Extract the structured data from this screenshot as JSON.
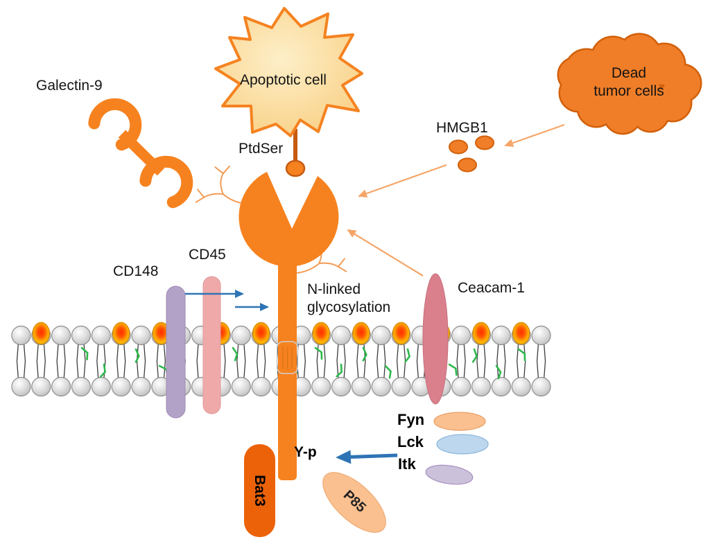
{
  "diagram": {
    "galectin9_label": "Galectin-9",
    "apoptotic_cell_label": "Apoptotic cell",
    "ptdser_label": "PtdSer",
    "hmgb1_label": "HMGB1",
    "dead_tumor_line1": "Dead",
    "dead_tumor_line2": "tumor cells",
    "cd148_label": "CD148",
    "cd45_label": "CD45",
    "nglyc_line1": "N-linked",
    "nglyc_line2": "glycosylation",
    "ceacam1_label": "Ceacam-1",
    "bat3_label": "Bat3",
    "phospho_label": "Y-p",
    "p85_label": "P85",
    "kinases": [
      {
        "name": "Fyn",
        "fill": "#FAC090",
        "stroke": "#E8A066"
      },
      {
        "name": "Lck",
        "fill": "#BDD7EE",
        "stroke": "#8FB8DC"
      },
      {
        "name": "Itk",
        "fill": "#CCC1DA",
        "stroke": "#A894C4"
      }
    ],
    "colors": {
      "receptor_orange": "#F6821F",
      "apoptotic_stroke": "#F58220",
      "dead_cells_fill": "#F07E28",
      "hmgb1_fill": "#F07E28",
      "cd148_fill": "#B3A2C7",
      "cd45_fill": "#F0A9A9",
      "ceacam1_fill": "#D9808C",
      "bat3_fill": "#EB6209",
      "p85_fill": "#FAC090",
      "ptdser_stem": "#C55A11",
      "arrow_blue": "#2E74B5",
      "arrow_orange": "#F5A568",
      "lipid_green": "#2EB84C"
    }
  }
}
